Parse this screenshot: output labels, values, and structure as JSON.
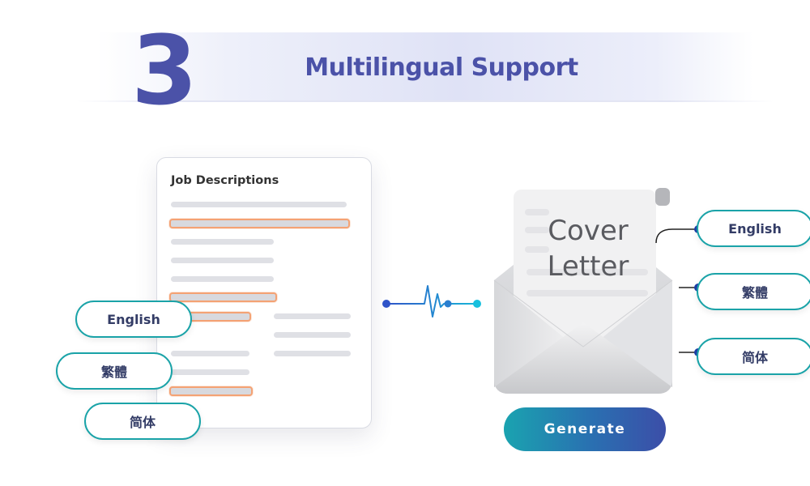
{
  "header": {
    "step_number": "3",
    "title": "Multilingual Support"
  },
  "document": {
    "title": "Job Descriptions"
  },
  "left_languages": [
    "English",
    "繁體",
    "简体"
  ],
  "cover_letter": {
    "line1": "Cover",
    "line2": "Letter"
  },
  "right_languages": [
    "English",
    "繁體",
    "简体"
  ],
  "generate_label": "Generate",
  "colors": {
    "brand_purple": "#4b52a8",
    "teal": "#1aa3a8",
    "highlight_orange": "#f4a274",
    "node_blue": "#1e3fa8"
  }
}
